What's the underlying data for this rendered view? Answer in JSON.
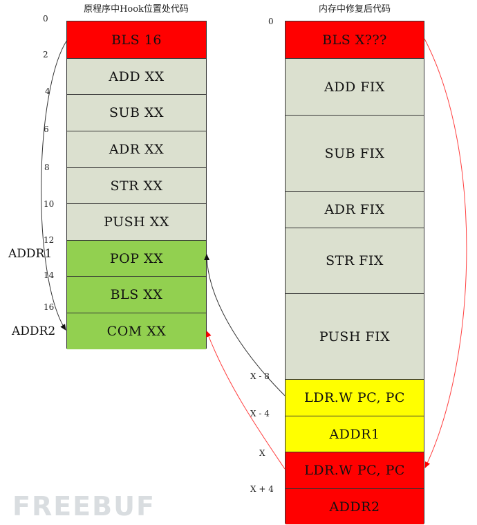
{
  "left_title": "原程序中Hook位置处代码",
  "right_title": "内存中修复后代码",
  "left_cells": [
    {
      "text": "BLS 16",
      "color": "red"
    },
    {
      "text": "ADD XX",
      "color": "gray"
    },
    {
      "text": "SUB XX",
      "color": "gray"
    },
    {
      "text": "ADR XX",
      "color": "gray"
    },
    {
      "text": "STR XX",
      "color": "gray"
    },
    {
      "text": "PUSH XX",
      "color": "gray"
    },
    {
      "text": "POP XX",
      "color": "green"
    },
    {
      "text": "BLS XX",
      "color": "green"
    },
    {
      "text": "COM XX",
      "color": "green"
    }
  ],
  "right_cells": [
    {
      "text": "BLS X???",
      "color": "red"
    },
    {
      "text": "ADD FIX",
      "color": "gray"
    },
    {
      "text": "SUB FIX",
      "color": "gray"
    },
    {
      "text": "ADR FIX",
      "color": "gray"
    },
    {
      "text": "STR FIX",
      "color": "gray"
    },
    {
      "text": "PUSH FIX",
      "color": "gray"
    },
    {
      "text": "LDR.W PC,  PC",
      "color": "yellow"
    },
    {
      "text": "ADDR1",
      "color": "yellow"
    },
    {
      "text": "LDR.W PC,  PC",
      "color": "red"
    },
    {
      "text": "ADDR2",
      "color": "red"
    }
  ],
  "left_offsets": [
    "0",
    "2",
    "4",
    "6",
    "8",
    "10",
    "12",
    "14",
    "16"
  ],
  "right_offsets": [
    "0",
    "X - 8",
    "X - 4",
    "X",
    "X + 4"
  ],
  "addr_labels": {
    "addr1": "ADDR1",
    "addr2": "ADDR2"
  },
  "watermark": "FREEBUF",
  "colors": {
    "red": "#ff0000",
    "gray": "#dbe0cf",
    "green": "#92d050",
    "yellow": "#ffff00",
    "arrow_black": "#333333",
    "arrow_red": "#ff3030"
  }
}
